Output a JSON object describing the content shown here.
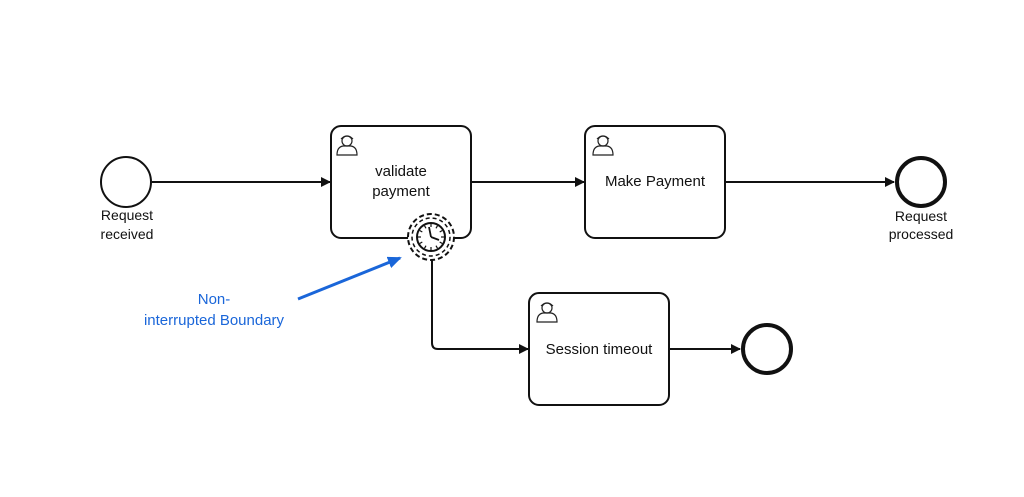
{
  "diagram": {
    "type": "BPMN process",
    "events": {
      "start": {
        "label_line1": "Request",
        "label_line2": "received"
      },
      "end_main": {
        "label_line1": "Request",
        "label_line2": "processed"
      },
      "end_timeout": {
        "label": ""
      },
      "boundary_timer": {
        "kind": "non-interrupting timer",
        "icon": "clock-icon"
      }
    },
    "tasks": {
      "validate": {
        "label_line1": "validate",
        "label_line2": "payment",
        "icon": "user-icon"
      },
      "make_payment": {
        "label": "Make Payment",
        "icon": "user-icon"
      },
      "session_timeout": {
        "label": "Session timeout",
        "icon": "user-icon"
      }
    },
    "annotation": {
      "line1": "Non-",
      "line2": "interrupted Boundary",
      "color": "#1a66d9"
    },
    "flows": [
      {
        "from": "Request received",
        "to": "validate payment"
      },
      {
        "from": "validate payment",
        "to": "Make Payment"
      },
      {
        "from": "Make Payment",
        "to": "Request processed"
      },
      {
        "from": "timer boundary",
        "to": "Session timeout"
      },
      {
        "from": "Session timeout",
        "to": "end event"
      }
    ]
  }
}
